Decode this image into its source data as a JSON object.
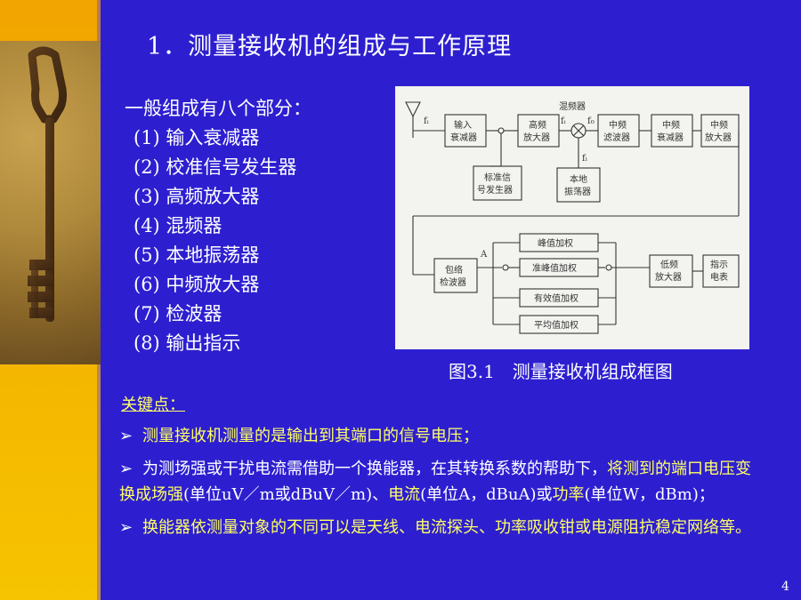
{
  "slide": {
    "title": "1．测量接收机的组成与工作原理",
    "list_intro": "一般组成有八个部分：",
    "list_items": [
      "(1)  输入衰减器",
      "(2)  校准信号发生器",
      "(3)  高频放大器",
      "(4)  混频器",
      "(5)  本地振荡器",
      "(6)  中频放大器",
      "(7)  检波器",
      "(8)  输出指示"
    ],
    "figure": {
      "caption": "图3.1　测量接收机组成框图",
      "labels": {
        "mixer": "混频器",
        "input_att_1": "输入",
        "input_att_2": "衰减器",
        "hf_amp_1": "高频",
        "hf_amp_2": "放大器",
        "if_filter_1": "中频",
        "if_filter_2": "滤波器",
        "if_att_1": "中频",
        "if_att_2": "衰减器",
        "if_amp_1": "中频",
        "if_amp_2": "放大器",
        "cal_gen_1": "标准信",
        "cal_gen_2": "号发生器",
        "lo_1": "本地",
        "lo_2": "振荡器",
        "envelope_1": "包络",
        "envelope_2": "检波器",
        "peak": "峰值加权",
        "quasi_peak": "准峰值加权",
        "rms": "有效值加权",
        "average": "平均值加权",
        "lf_amp_1": "低频",
        "lf_amp_2": "放大器",
        "meter_1": "指示",
        "meter_2": "电表",
        "f_i": "fᵢ",
        "f_o": "f₀",
        "f_l": "fₗ",
        "A": "A"
      }
    },
    "key_heading": "关键点：",
    "bullet_mark": "➢",
    "bullet1": "测量接收机测量的是输出到其端口的信号电压；",
    "bullet2_a": "为测场强或干扰电流需借助一个换能器，在其转换系数的帮助下，",
    "bullet2_b": "将测到的端口电压变换成场强",
    "bullet2_c": "(单位uV／m或dBuV／m)、",
    "bullet2_d": "电流",
    "bullet2_e": "(单位A，dBuA)或",
    "bullet2_f": "功率",
    "bullet2_g": "(单位W，dBm)；",
    "bullet3": "换能器依测量对象的不同可以是天线、电流探头、功率吸收钳或电源阻抗稳定网络等。",
    "page_number": "4"
  },
  "colors": {
    "background": "#2d1fd0",
    "band": "#f4b400",
    "highlight": "#ffff66"
  }
}
